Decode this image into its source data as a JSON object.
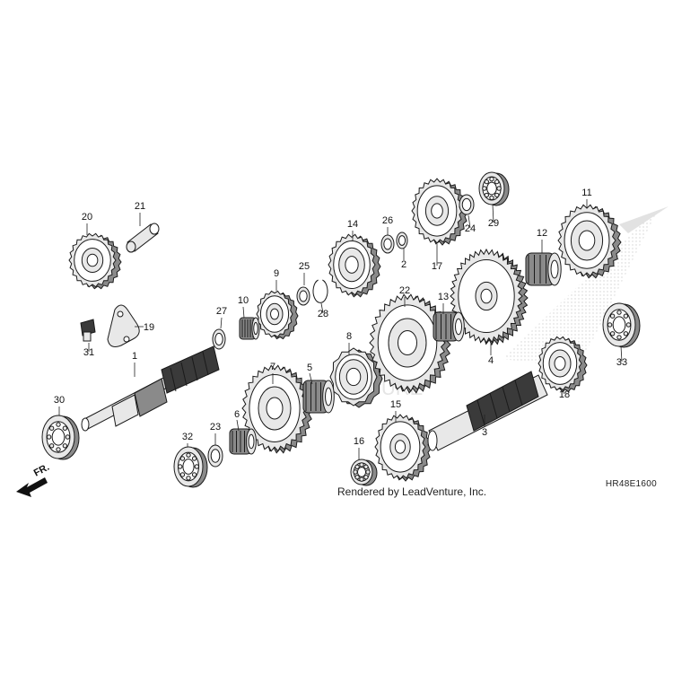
{
  "diagram": {
    "credit": "Rendered by LeadVenture, Inc.",
    "code": "HR48E1600",
    "direction_label": "FR.",
    "callouts": [
      "1",
      "2",
      "3",
      "4",
      "5",
      "6",
      "7",
      "8",
      "9",
      "10",
      "11",
      "12",
      "13",
      "14",
      "15",
      "16",
      "17",
      "18",
      "19",
      "20",
      "21",
      "22",
      "23",
      "24",
      "25",
      "26",
      "27",
      "28",
      "29",
      "30",
      "31",
      "32",
      "33"
    ]
  }
}
